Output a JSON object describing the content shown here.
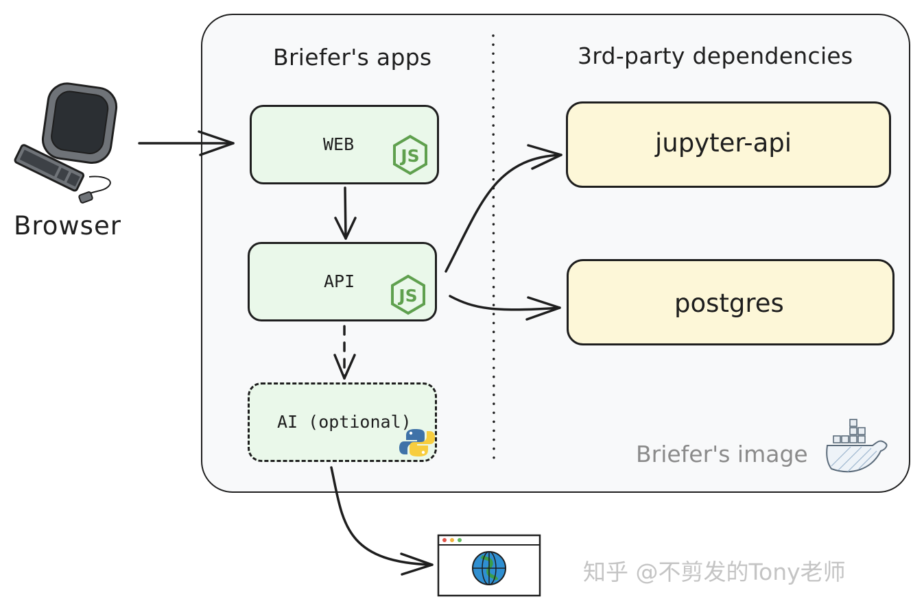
{
  "left_section_title": "Briefer's apps",
  "right_section_title": "3rd-party dependencies",
  "browser_label": "Browser",
  "apps": {
    "web": {
      "label": "WEB",
      "icon": "nodejs-icon"
    },
    "api": {
      "label": "API",
      "icon": "nodejs-icon"
    },
    "ai": {
      "label": "AI (optional)",
      "icon": "python-icon"
    }
  },
  "dependencies": {
    "jupyter": "jupyter-api",
    "postgres": "postgres"
  },
  "image_label": "Briefer's image",
  "watermark": "知乎 @不剪发的Tony老师",
  "colors": {
    "frame_bg": "#f8f9fa",
    "app_bg": "#eaf8ea",
    "dep_bg": "#fdf7d8",
    "node_green": "#5fa04e",
    "stroke": "#1e1e1e"
  }
}
